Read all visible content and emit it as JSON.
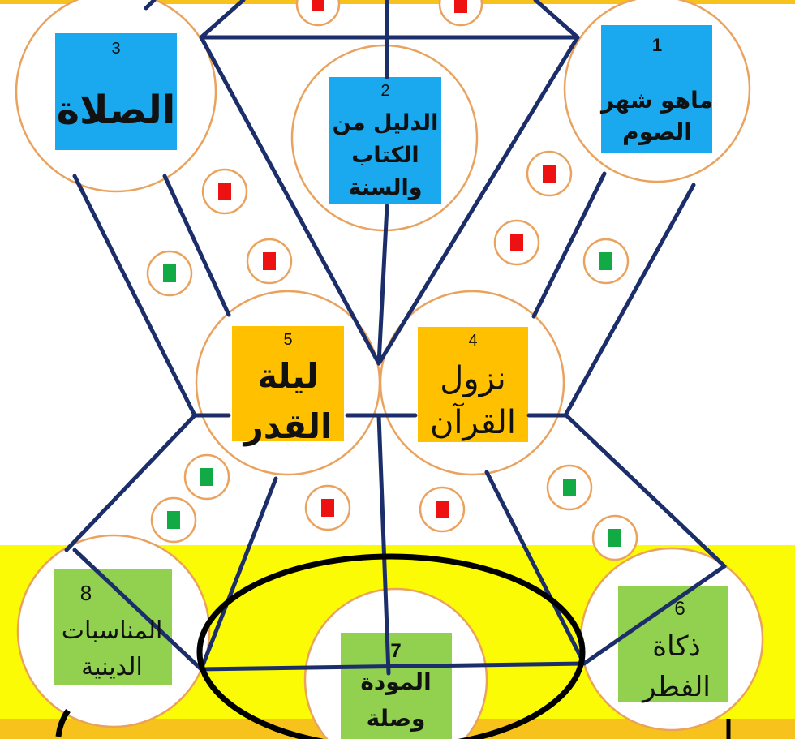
{
  "colors": {
    "band_top": "#f7c21b",
    "band_bottom": "#fbfb05",
    "band_bottom_edge": "#f7c21b",
    "line": "#1b2e6a",
    "circle_stroke": "#e9a35e",
    "box_blue": "#1aa9ef",
    "box_orange": "#ffc000",
    "box_green": "#92d050",
    "marker_red": "#ee1111",
    "marker_green": "#11aa44",
    "ellipse": "#000000"
  },
  "nodes": [
    {
      "number": "1",
      "lines": [
        "ماهو شهر",
        "الصوم"
      ]
    },
    {
      "number": "2",
      "lines": [
        "الدليل من",
        "الكتاب",
        "والسنة"
      ]
    },
    {
      "number": "3",
      "lines": [
        "الصلاة"
      ]
    },
    {
      "number": "4",
      "lines": [
        "نزول",
        "القرآن"
      ]
    },
    {
      "number": "5",
      "lines": [
        "ليلة",
        "القدر"
      ]
    },
    {
      "number": "6",
      "lines": [
        "ذكاة",
        "الفطر"
      ]
    },
    {
      "number": "7",
      "lines": [
        "المودة",
        "وصلة"
      ]
    },
    {
      "number": "8",
      "lines": [
        "المناسبات",
        "الدينية"
      ]
    }
  ]
}
